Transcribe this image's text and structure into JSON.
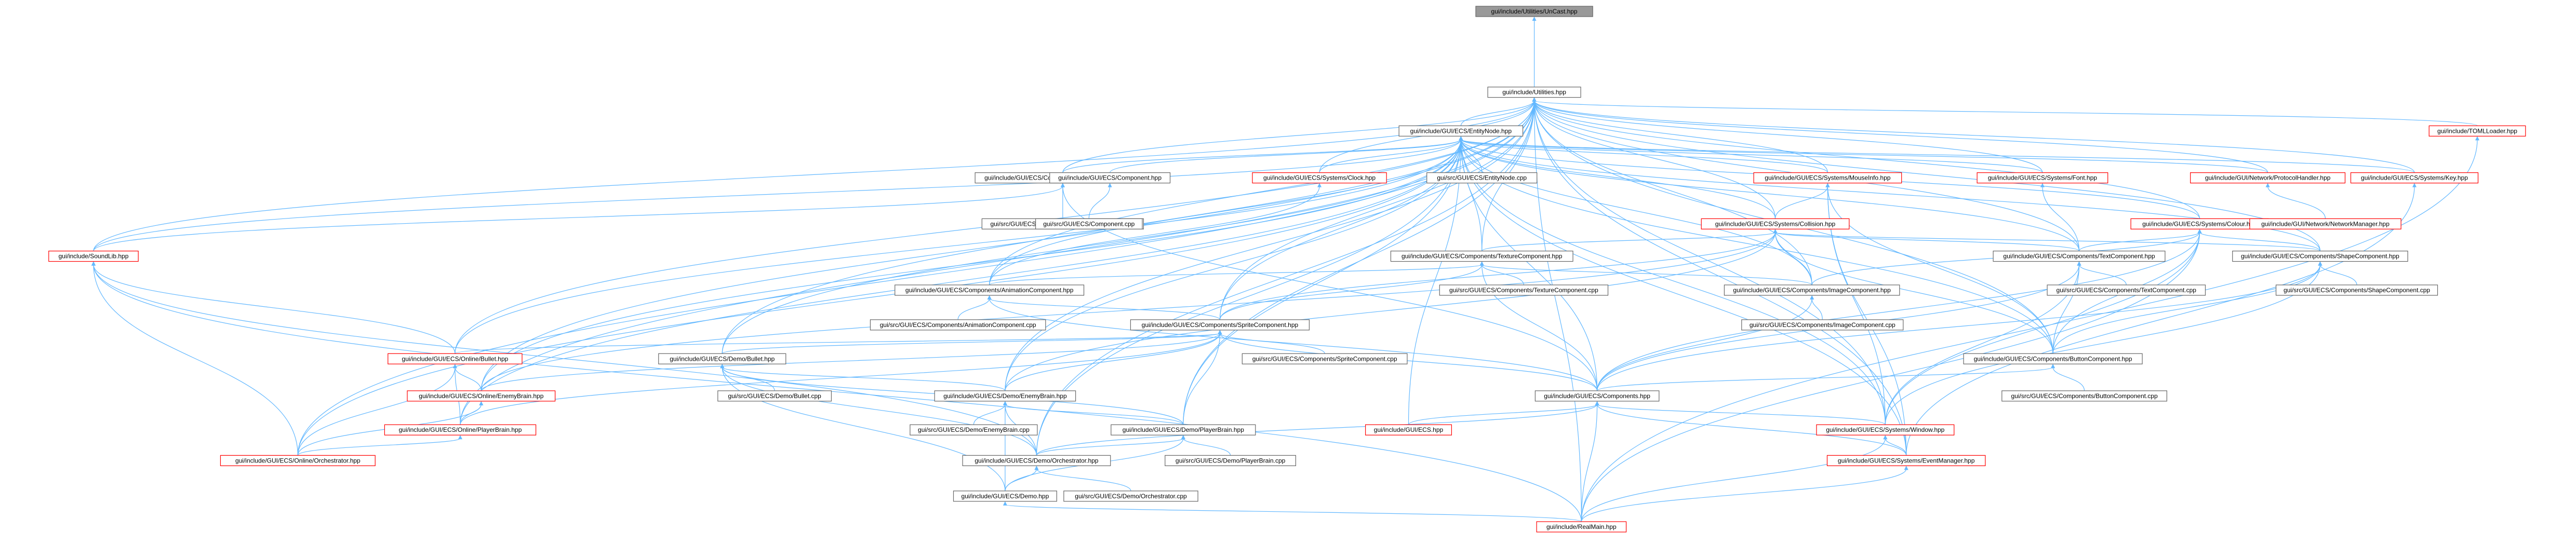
{
  "colors": {
    "edge": "#63b8ff",
    "root_fill": "#999999",
    "node_fill": "#ffffff",
    "node_border": "#666666",
    "truncated_border": "#ff0000",
    "truncated_text": "#ff0000",
    "label": "#000000"
  },
  "nodes": [
    {
      "id": "root",
      "label": "gui/include/Utilities/UnCast.hpp",
      "kind": "root"
    },
    {
      "id": "utilities",
      "label": "gui/include/Utilities.hpp",
      "kind": "normal"
    },
    {
      "id": "entitynode",
      "label": "gui/include/GUI/ECS/EntityNode.hpp",
      "kind": "normal"
    },
    {
      "id": "tomlloader",
      "label": "gui/include/TOMLLoader.hpp",
      "kind": "truncated"
    },
    {
      "id": "musiccomp",
      "label": "gui/include/GUI/ECS/Components/MusicComponent.hpp",
      "kind": "normal"
    },
    {
      "id": "component",
      "label": "gui/include/GUI/ECS/Component.hpp",
      "kind": "normal"
    },
    {
      "id": "clock",
      "label": "gui/include/GUI/ECS/Systems/Clock.hpp",
      "kind": "truncated"
    },
    {
      "id": "entitynodecpp",
      "label": "gui/src/GUI/ECS/EntityNode.cpp",
      "kind": "normal"
    },
    {
      "id": "mouseinfo",
      "label": "gui/include/GUI/ECS/Systems/MouseInfo.hpp",
      "kind": "truncated"
    },
    {
      "id": "font",
      "label": "gui/include/GUI/ECS/Systems/Font.hpp",
      "kind": "truncated"
    },
    {
      "id": "protocolhandler",
      "label": "gui/include/GUI/Network/ProtocolHandler.hpp",
      "kind": "truncated"
    },
    {
      "id": "key",
      "label": "gui/include/GUI/ECS/Systems/Key.hpp",
      "kind": "truncated"
    },
    {
      "id": "musiccompcpp",
      "label": "gui/src/GUI/ECS/Components/MusicComponent.cpp",
      "kind": "normal"
    },
    {
      "id": "componentcpp",
      "label": "gui/src/GUI/ECS/Component.cpp",
      "kind": "normal"
    },
    {
      "id": "collision",
      "label": "gui/include/GUI/ECS/Systems/Collision.hpp",
      "kind": "truncated"
    },
    {
      "id": "colour",
      "label": "gui/include/GUI/ECS/Systems/Colour.hpp",
      "kind": "truncated"
    },
    {
      "id": "networkmanager",
      "label": "gui/include/GUI/Network/NetworkManager.hpp",
      "kind": "truncated"
    },
    {
      "id": "soundlib",
      "label": "gui/include/SoundLib.hpp",
      "kind": "truncated"
    },
    {
      "id": "texturecomp",
      "label": "gui/include/GUI/ECS/Components/TextureComponent.hpp",
      "kind": "normal"
    },
    {
      "id": "textcomp",
      "label": "gui/include/GUI/ECS/Components/TextComponent.hpp",
      "kind": "normal"
    },
    {
      "id": "shapecomp",
      "label": "gui/include/GUI/ECS/Components/ShapeComponent.hpp",
      "kind": "normal"
    },
    {
      "id": "animationcomp",
      "label": "gui/include/GUI/ECS/Components/AnimationComponent.hpp",
      "kind": "normal"
    },
    {
      "id": "texturecompcpp",
      "label": "gui/src/GUI/ECS/Components/TextureComponent.cpp",
      "kind": "normal"
    },
    {
      "id": "imagecomp",
      "label": "gui/include/GUI/ECS/Components/ImageComponent.hpp",
      "kind": "normal"
    },
    {
      "id": "textcompcpp",
      "label": "gui/src/GUI/ECS/Components/TextComponent.cpp",
      "kind": "normal"
    },
    {
      "id": "shapecompcpp",
      "label": "gui/src/GUI/ECS/Components/ShapeComponent.cpp",
      "kind": "normal"
    },
    {
      "id": "animationcompcpp",
      "label": "gui/src/GUI/ECS/Components/AnimationComponent.cpp",
      "kind": "normal"
    },
    {
      "id": "spritecomp",
      "label": "gui/include/GUI/ECS/Components/SpriteComponent.hpp",
      "kind": "normal"
    },
    {
      "id": "imagecompcpp",
      "label": "gui/src/GUI/ECS/Components/ImageComponent.cpp",
      "kind": "normal"
    },
    {
      "id": "onlinebullet",
      "label": "gui/include/GUI/ECS/Online/Bullet.hpp",
      "kind": "truncated"
    },
    {
      "id": "demobullet",
      "label": "gui/include/GUI/ECS/Demo/Bullet.hpp",
      "kind": "normal"
    },
    {
      "id": "spritecompcpp",
      "label": "gui/src/GUI/ECS/Components/SpriteComponent.cpp",
      "kind": "normal"
    },
    {
      "id": "buttoncomp",
      "label": "gui/include/GUI/ECS/Components/ButtonComponent.hpp",
      "kind": "normal"
    },
    {
      "id": "onlineenemybrain",
      "label": "gui/include/GUI/ECS/Online/EnemyBrain.hpp",
      "kind": "truncated"
    },
    {
      "id": "demobulletcpp",
      "label": "gui/src/GUI/ECS/Demo/Bullet.cpp",
      "kind": "normal"
    },
    {
      "id": "demoenemybrain",
      "label": "gui/include/GUI/ECS/Demo/EnemyBrain.hpp",
      "kind": "normal"
    },
    {
      "id": "components",
      "label": "gui/include/GUI/ECS/Components.hpp",
      "kind": "normal"
    },
    {
      "id": "buttoncompcpp",
      "label": "gui/src/GUI/ECS/Components/ButtonComponent.cpp",
      "kind": "normal"
    },
    {
      "id": "onlineplayerbrain",
      "label": "gui/include/GUI/ECS/Online/PlayerBrain.hpp",
      "kind": "truncated"
    },
    {
      "id": "demoenemybraincpp",
      "label": "gui/src/GUI/ECS/Demo/EnemyBrain.cpp",
      "kind": "normal"
    },
    {
      "id": "demoplayerbrain",
      "label": "gui/include/GUI/ECS/Demo/PlayerBrain.hpp",
      "kind": "normal"
    },
    {
      "id": "ecs",
      "label": "gui/include/GUI/ECS.hpp",
      "kind": "truncated"
    },
    {
      "id": "window",
      "label": "gui/include/GUI/ECS/Systems/Window.hpp",
      "kind": "truncated"
    },
    {
      "id": "onlineorchestrator",
      "label": "gui/include/GUI/ECS/Online/Orchestrator.hpp",
      "kind": "truncated"
    },
    {
      "id": "demoorchestrator",
      "label": "gui/include/GUI/ECS/Demo/Orchestrator.hpp",
      "kind": "normal"
    },
    {
      "id": "demoplayerbraincpp",
      "label": "gui/src/GUI/ECS/Demo/PlayerBrain.cpp",
      "kind": "normal"
    },
    {
      "id": "eventmanager",
      "label": "gui/include/GUI/ECS/Systems/EventManager.hpp",
      "kind": "truncated"
    },
    {
      "id": "demo",
      "label": "gui/include/GUI/ECS/Demo.hpp",
      "kind": "normal"
    },
    {
      "id": "demoorchestratorcpp",
      "label": "gui/src/GUI/ECS/Demo/Orchestrator.cpp",
      "kind": "normal"
    },
    {
      "id": "realmain",
      "label": "gui/include/RealMain.hpp",
      "kind": "truncated"
    }
  ],
  "edges": [
    [
      "utilities",
      "root"
    ],
    [
      "entitynode",
      "utilities"
    ],
    [
      "tomlloader",
      "utilities"
    ],
    [
      "musiccomp",
      "utilities"
    ],
    [
      "mouseinfo",
      "utilities"
    ],
    [
      "font",
      "utilities"
    ],
    [
      "protocolhandler",
      "utilities"
    ],
    [
      "key",
      "utilities"
    ],
    [
      "collision",
      "utilities"
    ],
    [
      "colour",
      "utilities"
    ],
    [
      "soundlib",
      "utilities"
    ],
    [
      "texturecomp",
      "utilities"
    ],
    [
      "textcomp",
      "utilities"
    ],
    [
      "shapecomp",
      "utilities"
    ],
    [
      "spritecomp",
      "utilities"
    ],
    [
      "buttoncomp",
      "utilities"
    ],
    [
      "onlinebullet",
      "utilities"
    ],
    [
      "demobullet",
      "utilities"
    ],
    [
      "onlineenemybrain",
      "utilities"
    ],
    [
      "demoenemybrain",
      "utilities"
    ],
    [
      "onlineplayerbrain",
      "utilities"
    ],
    [
      "demoplayerbrain",
      "utilities"
    ],
    [
      "window",
      "utilities"
    ],
    [
      "eventmanager",
      "utilities"
    ],
    [
      "onlineorchestrator",
      "utilities"
    ],
    [
      "demoorchestrator",
      "utilities"
    ],
    [
      "realmain",
      "utilities"
    ],
    [
      "clock",
      "utilities"
    ],
    [
      "animationcomp",
      "utilities"
    ],
    [
      "imagecomp",
      "utilities"
    ],
    [
      "musiccomp",
      "entitynode"
    ],
    [
      "component",
      "entitynode"
    ],
    [
      "clock",
      "entitynode"
    ],
    [
      "entitynodecpp",
      "entitynode"
    ],
    [
      "mouseinfo",
      "entitynode"
    ],
    [
      "font",
      "entitynode"
    ],
    [
      "protocolhandler",
      "entitynode"
    ],
    [
      "key",
      "entitynode"
    ],
    [
      "collision",
      "entitynode"
    ],
    [
      "colour",
      "entitynode"
    ],
    [
      "soundlib",
      "entitynode"
    ],
    [
      "texturecomp",
      "entitynode"
    ],
    [
      "textcomp",
      "entitynode"
    ],
    [
      "shapecomp",
      "entitynode"
    ],
    [
      "animationcomp",
      "entitynode"
    ],
    [
      "imagecomp",
      "entitynode"
    ],
    [
      "spritecomp",
      "entitynode"
    ],
    [
      "buttoncomp",
      "entitynode"
    ],
    [
      "onlinebullet",
      "entitynode"
    ],
    [
      "demobullet",
      "entitynode"
    ],
    [
      "onlineenemybrain",
      "entitynode"
    ],
    [
      "demoenemybrain",
      "entitynode"
    ],
    [
      "onlineplayerbrain",
      "entitynode"
    ],
    [
      "demoplayerbrain",
      "entitynode"
    ],
    [
      "ecs",
      "entitynode"
    ],
    [
      "window",
      "entitynode"
    ],
    [
      "eventmanager",
      "entitynode"
    ],
    [
      "onlineorchestrator",
      "entitynode"
    ],
    [
      "demoorchestrator",
      "entitynode"
    ],
    [
      "components",
      "entitynode"
    ],
    [
      "realmain",
      "tomlloader"
    ],
    [
      "musiccompcpp",
      "musiccomp"
    ],
    [
      "soundlib",
      "musiccomp"
    ],
    [
      "components",
      "musiccomp"
    ],
    [
      "componentcpp",
      "component"
    ],
    [
      "animationcomp",
      "clock"
    ],
    [
      "collision",
      "mouseinfo"
    ],
    [
      "buttoncomp",
      "mouseinfo"
    ],
    [
      "window",
      "mouseinfo"
    ],
    [
      "eventmanager",
      "mouseinfo"
    ],
    [
      "textcomp",
      "font"
    ],
    [
      "networkmanager",
      "protocolhandler"
    ],
    [
      "eventmanager",
      "key"
    ],
    [
      "texturecomp",
      "collision"
    ],
    [
      "textcomp",
      "collision"
    ],
    [
      "shapecomp",
      "collision"
    ],
    [
      "imagecomp",
      "collision"
    ],
    [
      "spritecomp",
      "collision"
    ],
    [
      "buttoncomp",
      "collision"
    ],
    [
      "demoenemybrain",
      "collision"
    ],
    [
      "onlineenemybrain",
      "collision"
    ],
    [
      "textcomp",
      "colour"
    ],
    [
      "shapecomp",
      "colour"
    ],
    [
      "buttoncomp",
      "colour"
    ],
    [
      "imagecomp",
      "colour"
    ],
    [
      "components",
      "colour"
    ],
    [
      "window",
      "colour"
    ],
    [
      "realmain",
      "colour"
    ],
    [
      "onlinebullet",
      "soundlib"
    ],
    [
      "onlineorchestrator",
      "soundlib"
    ],
    [
      "demoorchestrator",
      "soundlib"
    ],
    [
      "realmain",
      "soundlib"
    ],
    [
      "animationcomp",
      "texturecomp"
    ],
    [
      "texturecompcpp",
      "texturecomp"
    ],
    [
      "imagecomp",
      "texturecomp"
    ],
    [
      "spritecomp",
      "texturecomp"
    ],
    [
      "components",
      "texturecomp"
    ],
    [
      "textcompcpp",
      "textcomp"
    ],
    [
      "buttoncomp",
      "textcomp"
    ],
    [
      "components",
      "textcomp"
    ],
    [
      "window",
      "textcomp"
    ],
    [
      "shapecompcpp",
      "shapecomp"
    ],
    [
      "buttoncomp",
      "shapecomp"
    ],
    [
      "components",
      "shapecomp"
    ],
    [
      "window",
      "shapecomp"
    ],
    [
      "animationcompcpp",
      "animationcomp"
    ],
    [
      "spritecomp",
      "animationcomp"
    ],
    [
      "components",
      "animationcomp"
    ],
    [
      "imagecompcpp",
      "imagecomp"
    ],
    [
      "components",
      "imagecomp"
    ],
    [
      "spritecompcpp",
      "spritecomp"
    ],
    [
      "onlinebullet",
      "spritecomp"
    ],
    [
      "demobullet",
      "spritecomp"
    ],
    [
      "onlineenemybrain",
      "spritecomp"
    ],
    [
      "demoenemybrain",
      "spritecomp"
    ],
    [
      "onlineplayerbrain",
      "spritecomp"
    ],
    [
      "demoplayerbrain",
      "spritecomp"
    ],
    [
      "components",
      "spritecomp"
    ],
    [
      "onlineenemybrain",
      "onlinebullet"
    ],
    [
      "onlineplayerbrain",
      "onlinebullet"
    ],
    [
      "onlineorchestrator",
      "onlinebullet"
    ],
    [
      "demobulletcpp",
      "demobullet"
    ],
    [
      "demoenemybrain",
      "demobullet"
    ],
    [
      "demoplayerbrain",
      "demobullet"
    ],
    [
      "demoorchestrator",
      "demobullet"
    ],
    [
      "demo",
      "demobullet"
    ],
    [
      "buttoncompcpp",
      "buttoncomp"
    ],
    [
      "components",
      "buttoncomp"
    ],
    [
      "onlineplayerbrain",
      "onlineenemybrain"
    ],
    [
      "onlineorchestrator",
      "onlineenemybrain"
    ],
    [
      "demoenemybraincpp",
      "demoenemybrain"
    ],
    [
      "demoplayerbrain",
      "demoenemybrain"
    ],
    [
      "demoorchestrator",
      "demoenemybrain"
    ],
    [
      "demo",
      "demoenemybrain"
    ],
    [
      "ecs",
      "components"
    ],
    [
      "window",
      "components"
    ],
    [
      "eventmanager",
      "components"
    ],
    [
      "demoorchestrator",
      "components"
    ],
    [
      "realmain",
      "components"
    ],
    [
      "onlineorchestrator",
      "onlineplayerbrain"
    ],
    [
      "demoplayerbraincpp",
      "demoplayerbrain"
    ],
    [
      "demoorchestrator",
      "demoplayerbrain"
    ],
    [
      "demo",
      "demoplayerbrain"
    ],
    [
      "eventmanager",
      "window"
    ],
    [
      "realmain",
      "window"
    ],
    [
      "demo",
      "demoorchestrator"
    ],
    [
      "demoorchestratorcpp",
      "demoorchestrator"
    ],
    [
      "realmain",
      "eventmanager"
    ],
    [
      "realmain",
      "demo"
    ]
  ]
}
